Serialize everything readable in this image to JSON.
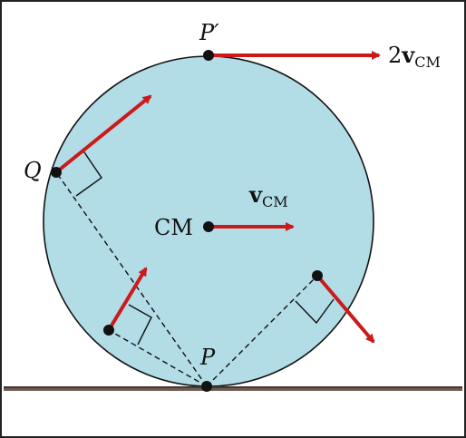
{
  "figure": {
    "labels": {
      "p_prime": "P′",
      "q": "Q",
      "p": "P",
      "cm": "CM",
      "v_cm_symbol": "v",
      "v_cm_sub": "CM",
      "two_v_coef": "2",
      "two_v_symbol": "v",
      "two_v_sub": "CM"
    },
    "colors": {
      "disk_fill": "#b2dce6",
      "disk_stroke": "#111111",
      "arrow": "#cc1a1a",
      "ground": "#6e5a52",
      "dashes": "#111111",
      "points": "#111111"
    }
  }
}
